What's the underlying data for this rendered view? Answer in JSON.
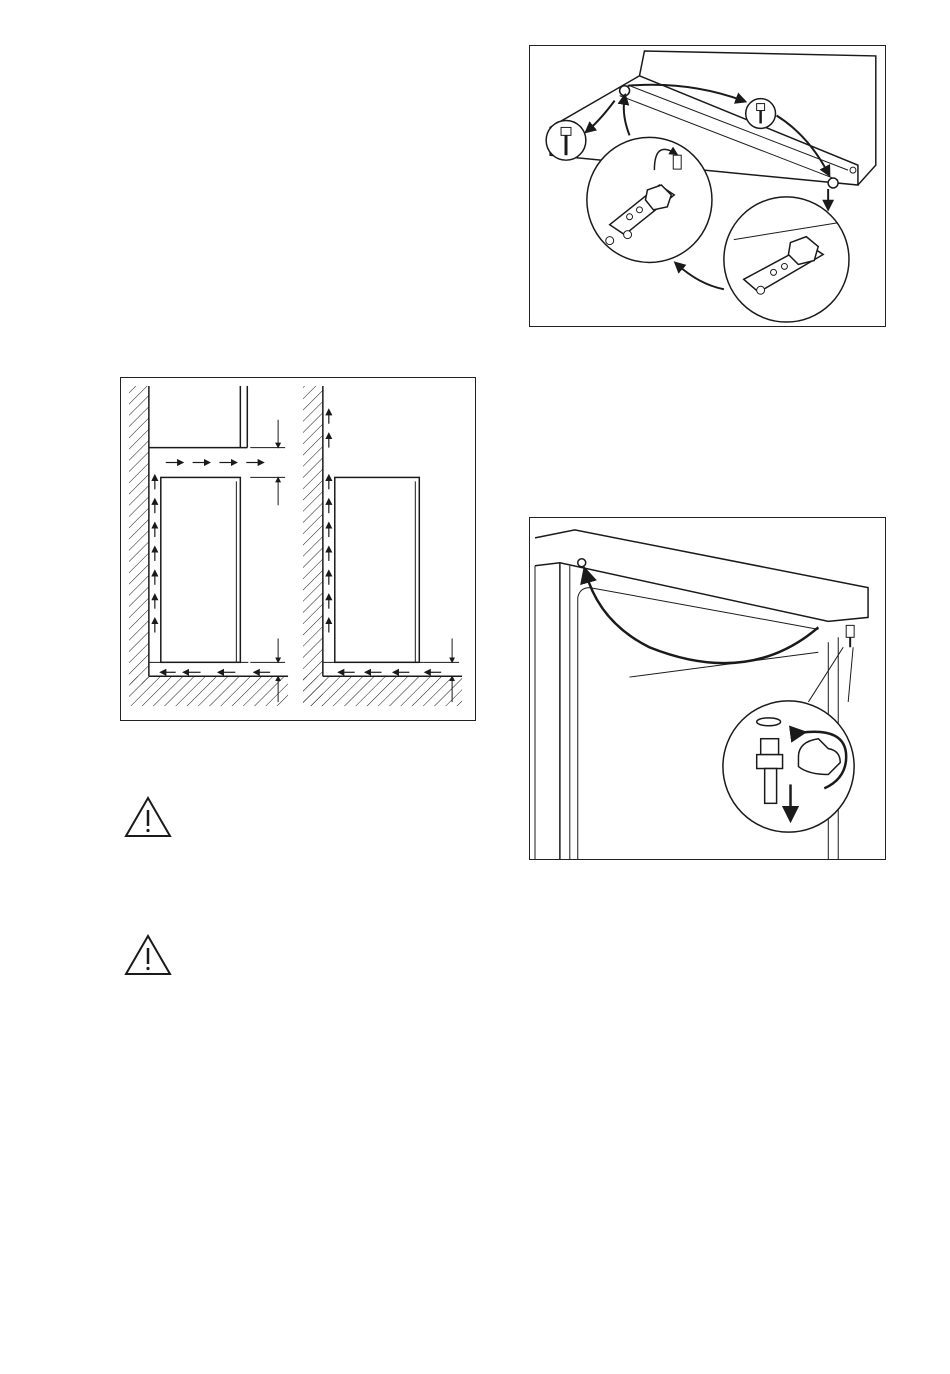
{
  "page": {
    "figures": [
      {
        "id": "ventilation-clearance",
        "icon": "ventilation-airflow-diagram"
      },
      {
        "id": "hinge-transfer",
        "icon": "hinge-reversal-diagram"
      },
      {
        "id": "door-pivot-removal",
        "icon": "door-pin-wrench-diagram"
      }
    ],
    "warnings": [
      {
        "icon": "warning-triangle-icon"
      },
      {
        "icon": "warning-triangle-icon"
      }
    ]
  },
  "colors": {
    "line": "#1a1a1a",
    "background": "#ffffff"
  }
}
